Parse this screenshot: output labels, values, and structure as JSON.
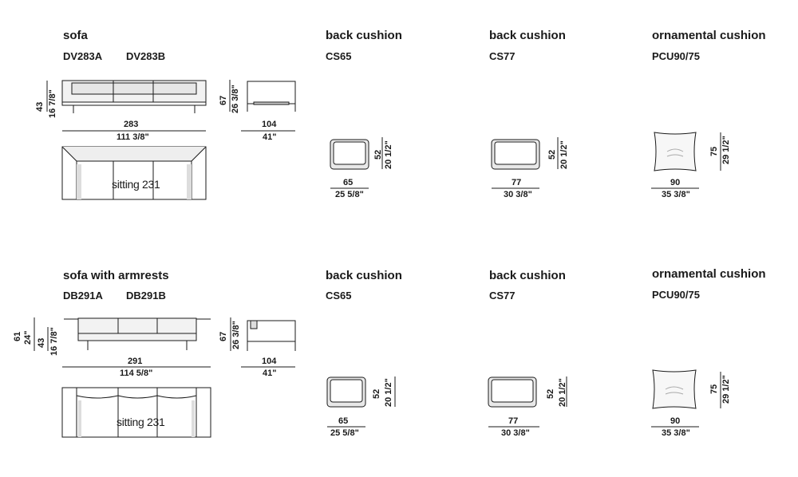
{
  "rows": [
    {
      "product": {
        "title": "sofa",
        "codes": [
          "DV283A",
          "DV283B"
        ],
        "front_height": {
          "cm": "43",
          "in": "16 7/8\""
        },
        "width": {
          "cm": "283",
          "in": "111 3/8\""
        },
        "side_height": {
          "cm": "67",
          "in": "26 3/8\""
        },
        "depth": {
          "cm": "104",
          "in": "41\""
        },
        "seat_label": "sitting 231"
      },
      "cushions": [
        {
          "title": "back cushion",
          "code": "CS65",
          "w_cm": "65",
          "w_in": "25 5/8\"",
          "h_cm": "52",
          "h_in": "20 1/2\""
        },
        {
          "title": "back cushion",
          "code": "CS77",
          "w_cm": "77",
          "w_in": "30 3/8\"",
          "h_cm": "52",
          "h_in": "20 1/2\""
        },
        {
          "title": "ornamental cushion",
          "code": "PCU90/75",
          "w_cm": "90",
          "w_in": "35 3/8\"",
          "h_cm": "75",
          "h_in": "29 1/2\""
        }
      ]
    },
    {
      "product": {
        "title": "sofa with armrests",
        "codes": [
          "DB291A",
          "DB291B"
        ],
        "arm_height": {
          "cm": "61",
          "in": "24\""
        },
        "front_height": {
          "cm": "43",
          "in": "16 7/8\""
        },
        "width": {
          "cm": "291",
          "in": "114 5/8\""
        },
        "side_height": {
          "cm": "67",
          "in": "26 3/8\""
        },
        "depth": {
          "cm": "104",
          "in": "41\""
        },
        "seat_label": "sitting 231"
      },
      "cushions": [
        {
          "title": "back cushion",
          "code": "CS65",
          "w_cm": "65",
          "w_in": "25 5/8\"",
          "h_cm": "52",
          "h_in": "20 1/2\""
        },
        {
          "title": "back cushion",
          "code": "CS77",
          "w_cm": "77",
          "w_in": "30 3/8\"",
          "h_cm": "52",
          "h_in": "20 1/2\""
        },
        {
          "title": "ornamental cushion",
          "code": "PCU90/75",
          "w_cm": "90",
          "w_in": "35 3/8\"",
          "h_cm": "75",
          "h_in": "29 1/2\""
        }
      ]
    }
  ]
}
